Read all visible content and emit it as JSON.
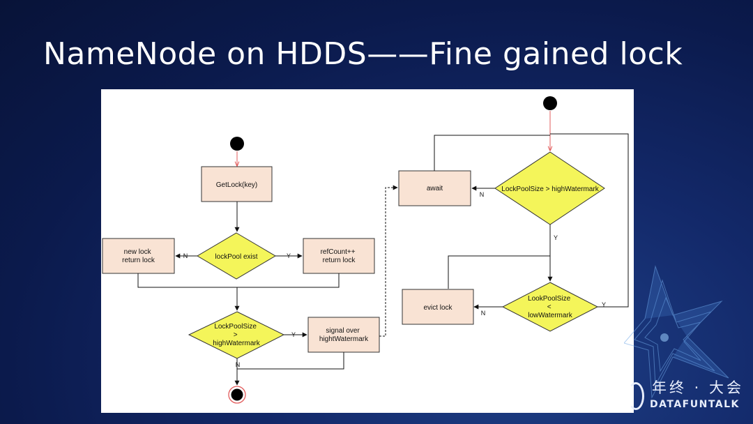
{
  "slide": {
    "title": "NameNode on HDDS——Fine gained lock"
  },
  "diagram": {
    "nodes": {
      "getlock": "GetLock(key)",
      "lockpool_exist": "lockPool exist",
      "new_lock": [
        "new lock",
        "return lock"
      ],
      "refcount": [
        "refCount++",
        "return lock"
      ],
      "size_check": [
        "LockPoolSize",
        ">",
        "highWatermark"
      ],
      "signal": [
        "signal over",
        "hightWatermark"
      ],
      "await": "await",
      "size_gt_high": "LockPoolSize > highWatermark",
      "size_lt_low": [
        "LookPoolSize",
        "<",
        "lowWatermark"
      ],
      "evict": "evict lock"
    },
    "edge_labels": {
      "exist_no": "N",
      "exist_yes": "Y",
      "check_yes": "Y",
      "check_no": "N",
      "high_no": "N",
      "high_yes": "Y",
      "low_no": "N",
      "low_yes": "Y"
    },
    "colors": {
      "action_fill": "#f9e3d4",
      "decision_fill": "#f4f55a",
      "start_arrow": "#e25b5b"
    }
  },
  "branding": {
    "cn": "年终 · 大会",
    "en": "DATAFUNTALK"
  }
}
